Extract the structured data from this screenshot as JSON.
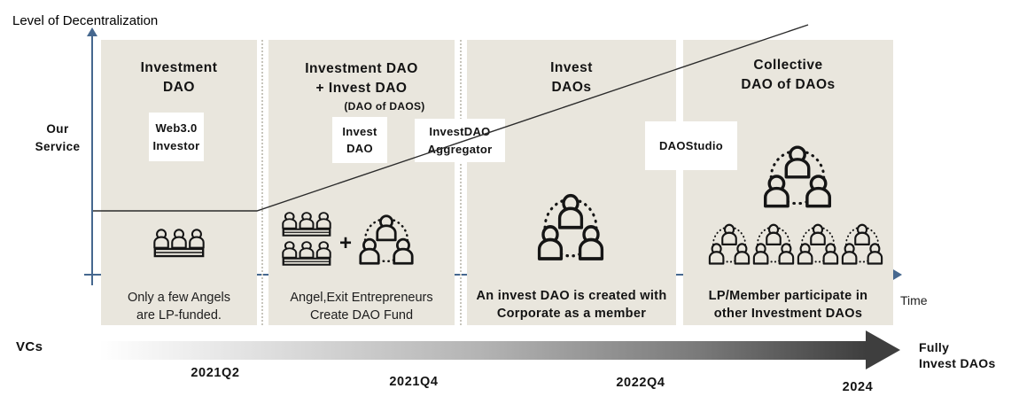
{
  "labels": {
    "y_axis": "Level of Decentralization",
    "x_axis": "Time",
    "our_service_line1": "Our",
    "our_service_line2": "Service",
    "vcs": "VCs",
    "fully_line1": "Fully",
    "fully_line2": "Invest DAOs"
  },
  "panels": [
    {
      "title_line1": "Investment",
      "title_line2": "DAO",
      "caption_line1": "Only a few Angels",
      "caption_line2": "are LP-funded."
    },
    {
      "title_line1": "Investment DAO",
      "title_line2": "+  Invest DAO",
      "subtitle": "(DAO of DAOS)",
      "plus": "+",
      "caption_line1": "Angel,Exit Entrepreneurs",
      "caption_line2": "Create DAO Fund"
    },
    {
      "title_line1": "Invest",
      "title_line2": "DAOs",
      "caption_line1": "An invest DAO is created with",
      "caption_line2": "Corporate as a member"
    },
    {
      "title_line1": "Collective",
      "title_line2": "DAO of DAOs",
      "caption_line1": "LP/Member participate in",
      "caption_line2": "other Investment DAOs"
    }
  ],
  "service_boxes": {
    "web3_line1": "Web3.0",
    "web3_line2": "Investor",
    "invest_dao_line1": "Invest",
    "invest_dao_line2": "DAO",
    "aggregator_line1": "InvestDAO",
    "aggregator_line2": "Aggregator",
    "daostudio": "DAOStudio"
  },
  "timeline": {
    "t1": "2021Q2",
    "t2": "2021Q4",
    "t3": "2022Q4",
    "t4": "2024"
  },
  "icon_names": {
    "audience": "audience-icon",
    "group": "dao-group-icon"
  },
  "colors": {
    "panel_bg": "#e9e6dd",
    "axis": "#46688f",
    "trend_line": "#2b2b2b",
    "arrow_dark": "#3e3e3e",
    "text": "#111111"
  }
}
